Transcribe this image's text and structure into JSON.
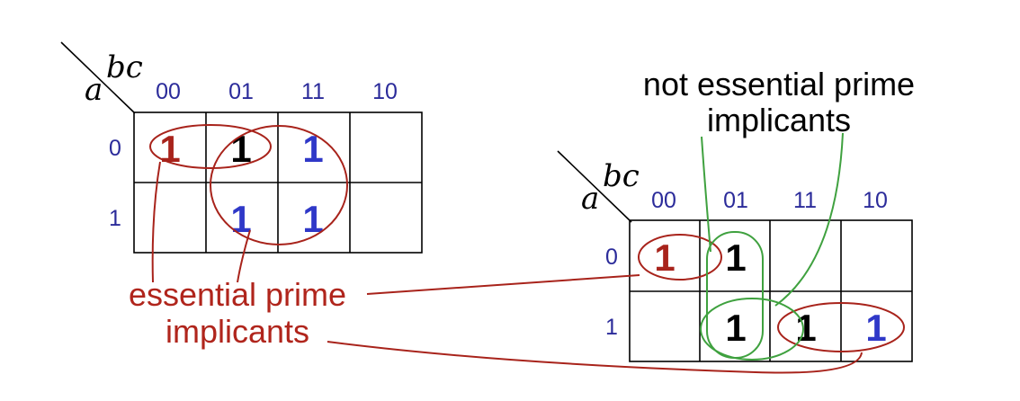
{
  "kmap_left": {
    "corner_top": "bc",
    "corner_left": "a",
    "col_headers": [
      "00",
      "01",
      "11",
      "10"
    ],
    "row_headers": [
      "0",
      "1"
    ],
    "cells": [
      [
        "1",
        "1",
        "1",
        ""
      ],
      [
        "",
        "1",
        "1",
        ""
      ]
    ]
  },
  "kmap_right": {
    "corner_top": "bc",
    "corner_left": "a",
    "col_headers": [
      "00",
      "01",
      "11",
      "10"
    ],
    "row_headers": [
      "0",
      "1"
    ],
    "cells": [
      [
        "1",
        "1",
        "",
        ""
      ],
      [
        "",
        "1",
        "1",
        "1"
      ]
    ]
  },
  "labels": {
    "essential_line1": "essential prime",
    "essential_line2": "implicants",
    "not_essential_line1": "not essential prime",
    "not_essential_line2": "implicants"
  },
  "colors": {
    "essential": "#a8231b",
    "not_essential": "#3fa13f",
    "header_blue": "#2b2b9a",
    "cell_blue": "#2f38c8"
  }
}
